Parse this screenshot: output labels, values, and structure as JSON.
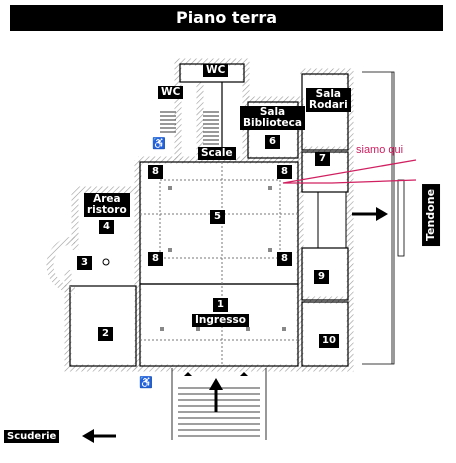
{
  "title": "Piano terra",
  "rooms": {
    "wc_top": "WC",
    "wc_left": "WC",
    "sala_rodari": "Sala\nRodari",
    "sala_biblioteca": "Sala\nBiblioteca",
    "scale": "Scale",
    "area_ristoro": "Area\nristoro",
    "ingresso": "Ingresso"
  },
  "numbers": {
    "n1": "1",
    "n2": "2",
    "n3": "3",
    "n4": "4",
    "n5": "5",
    "n6": "6",
    "n7": "7",
    "n8a": "8",
    "n8b": "8",
    "n8c": "8",
    "n8d": "8",
    "n9": "9",
    "n10": "10"
  },
  "you_are_here": "siamo qui",
  "tendone": "Tendone",
  "scuderie": "Scuderie",
  "colors": {
    "walls": "#000000",
    "hatch": "#999999",
    "marker": "#d02060",
    "label_bg": "#000000",
    "label_text": "#ffffff"
  },
  "icons": [
    "wheelchair-icon",
    "arrow-right-icon",
    "arrow-left-icon",
    "arrow-up-icon"
  ]
}
